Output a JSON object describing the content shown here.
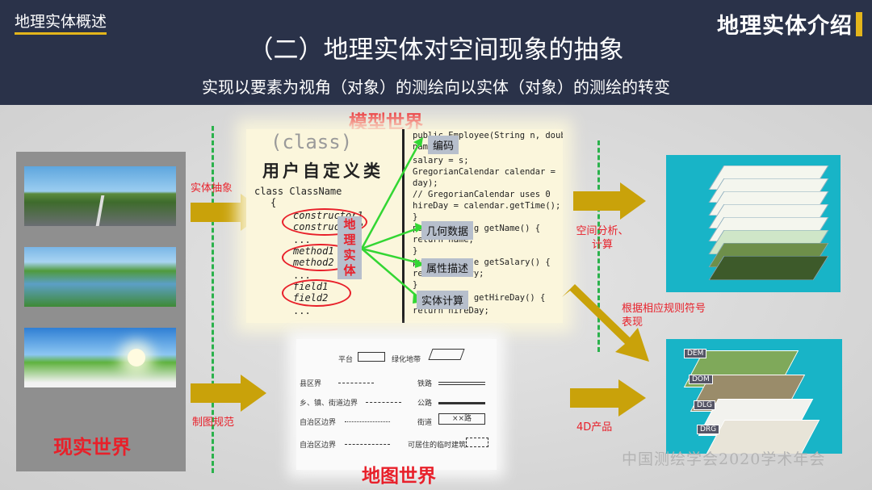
{
  "header": {
    "section_tag": "地理实体概述",
    "brand": "地理实体介绍",
    "title": "（二）地理实体对空间现象的抽象",
    "subtitle": "实现以要素为视角（对象）的测绘向以实体（对象）的测绘的转变"
  },
  "worlds": {
    "real": "现实世界",
    "model": "模型世界",
    "map": "地图世界"
  },
  "arrows": {
    "entity_abstraction": "实体抽象",
    "cartographic_spec": "制图规范",
    "spatial_analysis": "空间分析、计算",
    "symbolization": "根据相应规则符号表现",
    "product_4d": "4D产品"
  },
  "model": {
    "class_bg": "(class)",
    "class_title": "用户自定义类",
    "class_decl": "class ClassName",
    "brace_open": "{",
    "constructor1": "constructor1",
    "constructor2": "constructor2",
    "method1": "method1",
    "method2": "method2",
    "field1": "field1",
    "field2": "field2",
    "dots": "...",
    "entity_label": "地理实体",
    "tags": [
      "编码",
      "几何数据",
      "属性描述",
      "实体计算"
    ],
    "code_lines": [
      "public Employee(String n, double s,",
      "  name = n;",
      "  salary = s;",
      "  GregorianCalendar calendar =",
      "      day);",
      "  // GregorianCalendar uses 0",
      "  hireDay = calendar.getTime();",
      "}",
      "public String getName() {",
      "  return name;",
      "}",
      "public double getSalary() {",
      "  return salary;",
      "}",
      "public Date getHireDay() {",
      "  return hireDay;"
    ]
  },
  "map_legend": {
    "r1": "绿化地带",
    "r1b": "平台",
    "r2a": "县区界",
    "r2b": "铁路",
    "r3a": "乡、镇、街道边界",
    "r3b": "公路",
    "r4a": "自治区边界",
    "r4b": "街道",
    "r4c": "××路",
    "r5a": "自治区边界",
    "r5b": "可居住的临时建筑"
  },
  "products": {
    "labels": [
      "DEM",
      "DOM",
      "DLG",
      "DRG"
    ]
  },
  "watermark": "中国测绘学会2020学术年会",
  "colors": {
    "header_bg": "#2a3249",
    "accent": "#e3b51b",
    "red": "#e8202a",
    "dash": "#2bb24c",
    "arrow": "#c9a20a",
    "green_line": "#33d633"
  }
}
